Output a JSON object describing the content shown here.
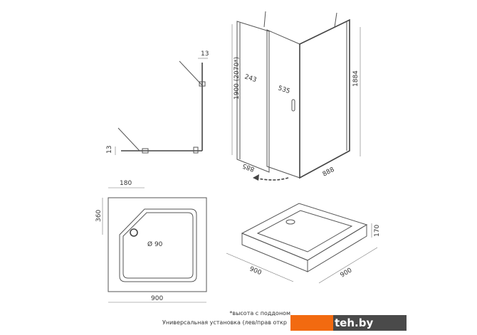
{
  "plan_view": {
    "dim_top": "13",
    "dim_left": "13"
  },
  "enclosure": {
    "height": "1900 (2070*)",
    "fixed_panel": "243",
    "door_width": "535",
    "panel_height": "1884",
    "width_left": "885",
    "width_right": "888"
  },
  "tray_plan": {
    "dim_top": "180",
    "dim_left": "360",
    "drain": "Ø 90",
    "width": "900"
  },
  "tray_iso": {
    "width_left": "900",
    "width_right": "900",
    "height": "170"
  },
  "notes": {
    "line1": "*высота с поддоном",
    "line2": "Универсальная установка (лев/прав откр"
  },
  "watermark": {
    "text": "teh.by",
    "colors": {
      "orange": "#f26a10",
      "grey": "#4a4a4a"
    }
  }
}
